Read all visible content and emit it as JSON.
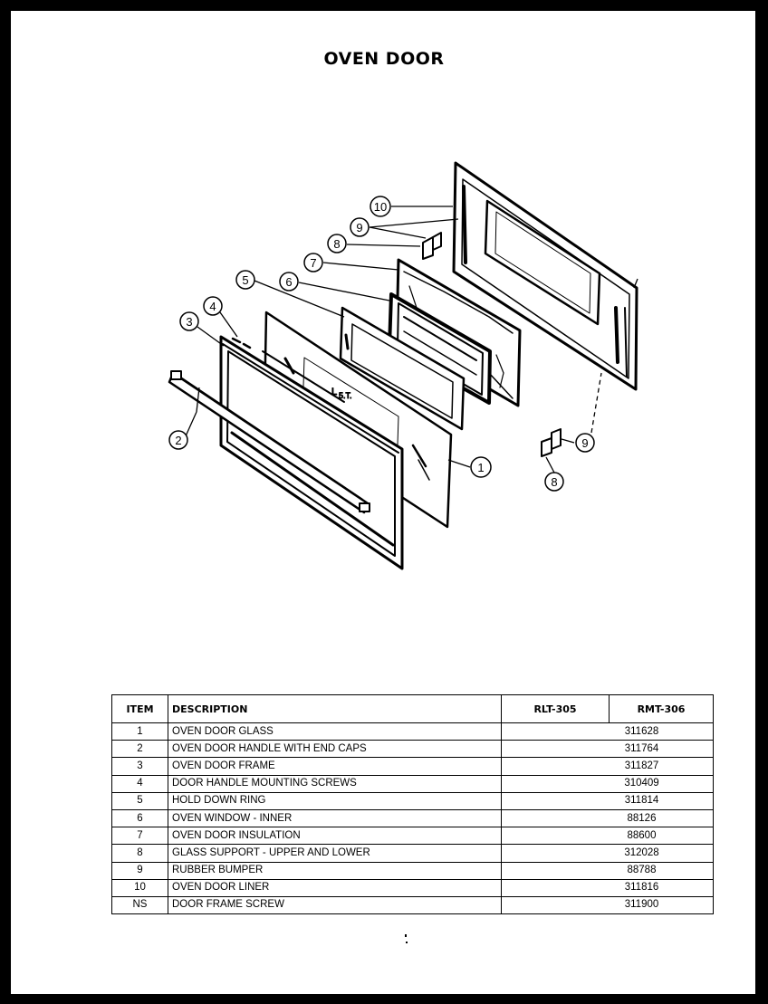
{
  "title": "OVEN DOOR",
  "callouts": [
    "1",
    "2",
    "3",
    "4",
    "5",
    "6",
    "7",
    "8",
    "9",
    "10"
  ],
  "table": {
    "headers": {
      "item": "ITEM",
      "description": "DESCRIPTION",
      "model_1": "RLT-305",
      "model_2": "RMT-306"
    },
    "rows": [
      {
        "item": "1",
        "description": "OVEN DOOR GLASS",
        "part": "311628"
      },
      {
        "item": "2",
        "description": "OVEN DOOR HANDLE WITH END CAPS",
        "part": "311764"
      },
      {
        "item": "3",
        "description": "OVEN DOOR FRAME",
        "part": "311827"
      },
      {
        "item": "4",
        "description": "DOOR HANDLE MOUNTING SCREWS",
        "part": "310409"
      },
      {
        "item": "5",
        "description": "HOLD DOWN RING",
        "part": "311814"
      },
      {
        "item": "6",
        "description": "OVEN WINDOW - INNER",
        "part": "88126"
      },
      {
        "item": "7",
        "description": "OVEN DOOR INSULATION",
        "part": "88600"
      },
      {
        "item": "8",
        "description": "GLASS SUPPORT - UPPER AND LOWER",
        "part": "312028"
      },
      {
        "item": "9",
        "description": "RUBBER BUMPER",
        "part": "88788"
      },
      {
        "item": "10",
        "description": "OVEN DOOR LINER",
        "part": "311816"
      },
      {
        "item": "NS",
        "description": "DOOR FRAME SCREW",
        "part": "311900"
      }
    ]
  }
}
